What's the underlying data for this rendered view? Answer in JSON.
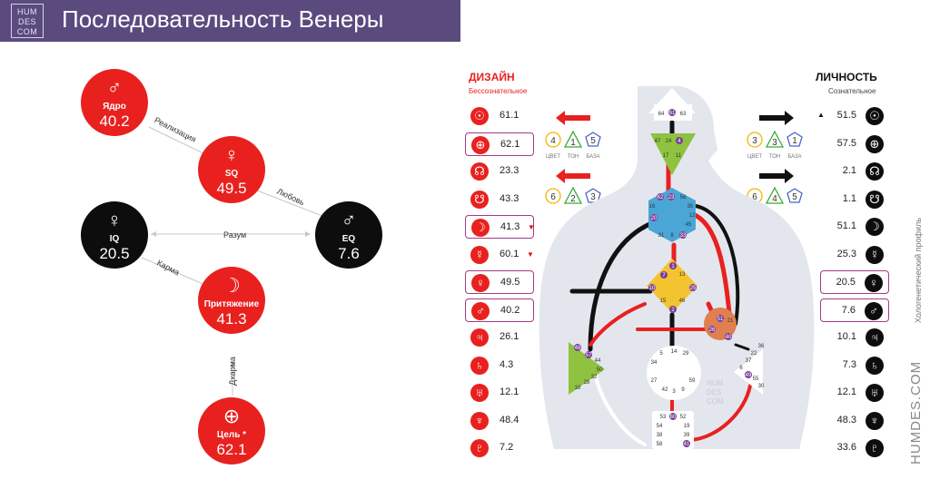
{
  "header": {
    "logo_lines": [
      "HUM",
      "DES",
      "COM"
    ],
    "title": "Последовательность Венеры"
  },
  "sequence": {
    "nodes": [
      {
        "id": "core",
        "symbol": "♂",
        "label": "Ядро",
        "value": "40.2",
        "color": "red"
      },
      {
        "id": "sq",
        "symbol": "♀",
        "label": "SQ",
        "value": "49.5",
        "color": "red"
      },
      {
        "id": "eq",
        "symbol": "♂",
        "label": "EQ",
        "value": "7.6",
        "color": "black"
      },
      {
        "id": "iq",
        "symbol": "♀",
        "label": "IQ",
        "value": "20.5",
        "color": "black"
      },
      {
        "id": "attraction",
        "symbol": "☽",
        "label": "Притяжение",
        "value": "41.3",
        "color": "red"
      },
      {
        "id": "purpose",
        "symbol": "⊕",
        "label": "Цель *",
        "value": "62.1",
        "color": "red"
      }
    ],
    "edges": {
      "realization": "Реализация",
      "love": "Любовь",
      "mind": "Разум",
      "karma": "Карма",
      "dharma": "Дхарма"
    }
  },
  "design": {
    "title": "ДИЗАЙН",
    "subtitle": "Бессознательное",
    "rows": [
      {
        "icon": "sun-icon",
        "glyph": "☉",
        "value": "61.1",
        "boxed": false,
        "arrow": ""
      },
      {
        "icon": "earth-icon",
        "glyph": "⊕",
        "value": "62.1",
        "boxed": true,
        "arrow": ""
      },
      {
        "icon": "north-node-icon",
        "glyph": "☊",
        "value": "23.3",
        "boxed": false,
        "arrow": ""
      },
      {
        "icon": "south-node-icon",
        "glyph": "☋",
        "value": "43.3",
        "boxed": false,
        "arrow": ""
      },
      {
        "icon": "moon-icon",
        "glyph": "☽",
        "value": "41.3",
        "boxed": true,
        "arrow": "▼"
      },
      {
        "icon": "mercury-icon",
        "glyph": "☿",
        "value": "60.1",
        "boxed": false,
        "arrow": "▼"
      },
      {
        "icon": "venus-icon",
        "glyph": "♀",
        "value": "49.5",
        "boxed": true,
        "arrow": ""
      },
      {
        "icon": "mars-icon",
        "glyph": "♂",
        "value": "40.2",
        "boxed": true,
        "arrow": ""
      },
      {
        "icon": "jupiter-icon",
        "glyph": "♃",
        "value": "26.1",
        "boxed": false,
        "arrow": ""
      },
      {
        "icon": "saturn-icon",
        "glyph": "♄",
        "value": "4.3",
        "boxed": false,
        "arrow": ""
      },
      {
        "icon": "uranus-icon",
        "glyph": "♅",
        "value": "12.1",
        "boxed": false,
        "arrow": ""
      },
      {
        "icon": "neptune-icon",
        "glyph": "♆",
        "value": "48.4",
        "boxed": false,
        "arrow": ""
      },
      {
        "icon": "pluto-icon",
        "glyph": "♇",
        "value": "7.2",
        "boxed": false,
        "arrow": ""
      }
    ],
    "variables": [
      {
        "color_num": "4",
        "tone_num": "1",
        "base_num": "5",
        "labels": [
          "ЦВЕТ",
          "ТОН",
          "БАЗА"
        ]
      },
      {
        "color_num": "6",
        "tone_num": "2",
        "base_num": "3"
      }
    ]
  },
  "personality": {
    "title": "ЛИЧНОСТЬ",
    "subtitle": "Сознательное",
    "rows": [
      {
        "icon": "sun-icon",
        "glyph": "☉",
        "value": "51.5",
        "boxed": false,
        "arrow": "▲"
      },
      {
        "icon": "earth-icon",
        "glyph": "⊕",
        "value": "57.5",
        "boxed": false,
        "arrow": ""
      },
      {
        "icon": "north-node-icon",
        "glyph": "☊",
        "value": "2.1",
        "boxed": false,
        "arrow": ""
      },
      {
        "icon": "south-node-icon",
        "glyph": "☋",
        "value": "1.1",
        "boxed": false,
        "arrow": ""
      },
      {
        "icon": "moon-icon",
        "glyph": "☽",
        "value": "51.1",
        "boxed": false,
        "arrow": ""
      },
      {
        "icon": "mercury-icon",
        "glyph": "☿",
        "value": "25.3",
        "boxed": false,
        "arrow": ""
      },
      {
        "icon": "venus-icon",
        "glyph": "♀",
        "value": "20.5",
        "boxed": true,
        "arrow": ""
      },
      {
        "icon": "mars-icon",
        "glyph": "♂",
        "value": "7.6",
        "boxed": true,
        "arrow": ""
      },
      {
        "icon": "jupiter-icon",
        "glyph": "♃",
        "value": "10.1",
        "boxed": false,
        "arrow": ""
      },
      {
        "icon": "saturn-icon",
        "glyph": "♄",
        "value": "7.3",
        "boxed": false,
        "arrow": ""
      },
      {
        "icon": "uranus-icon",
        "glyph": "♅",
        "value": "12.1",
        "boxed": false,
        "arrow": ""
      },
      {
        "icon": "neptune-icon",
        "glyph": "♆",
        "value": "48.3",
        "boxed": false,
        "arrow": ""
      },
      {
        "icon": "pluto-icon",
        "glyph": "♇",
        "value": "33.6",
        "boxed": false,
        "arrow": ""
      }
    ],
    "variables": [
      {
        "color_num": "3",
        "tone_num": "3",
        "base_num": "1",
        "labels": [
          "ЦВЕТ",
          "ТОН",
          "БАЗА"
        ]
      },
      {
        "color_num": "6",
        "tone_num": "4",
        "base_num": "5"
      }
    ]
  },
  "side": {
    "hologenetic": "Хологенетический профиль",
    "brand": "HUMDES.COM"
  },
  "bodygraph": {
    "watermark": [
      "HUM",
      "DES",
      "COM"
    ],
    "head_gates": [
      "64",
      "61",
      "63"
    ],
    "ajna_gates": [
      "47",
      "24",
      "4",
      "17",
      "11"
    ],
    "throat_gates": [
      "62",
      "23",
      "56",
      "16",
      "35",
      "12",
      "20",
      "45",
      "31",
      "8",
      "33"
    ],
    "g_gates": [
      "1",
      "7",
      "13",
      "10",
      "25",
      "15",
      "46",
      "2"
    ],
    "ego_gates": [
      "21",
      "51",
      "26",
      "40"
    ],
    "spleen_gates": [
      "48",
      "57",
      "44",
      "50",
      "32",
      "28",
      "18"
    ],
    "sacral_gates": [
      "5",
      "14",
      "29",
      "34",
      "27",
      "59",
      "42",
      "3",
      "9"
    ],
    "esp_gates": [
      "36",
      "22",
      "37",
      "6",
      "49",
      "55",
      "30"
    ],
    "root_gates": [
      "53",
      "60",
      "52",
      "54",
      "19",
      "38",
      "39",
      "58",
      "41"
    ]
  }
}
